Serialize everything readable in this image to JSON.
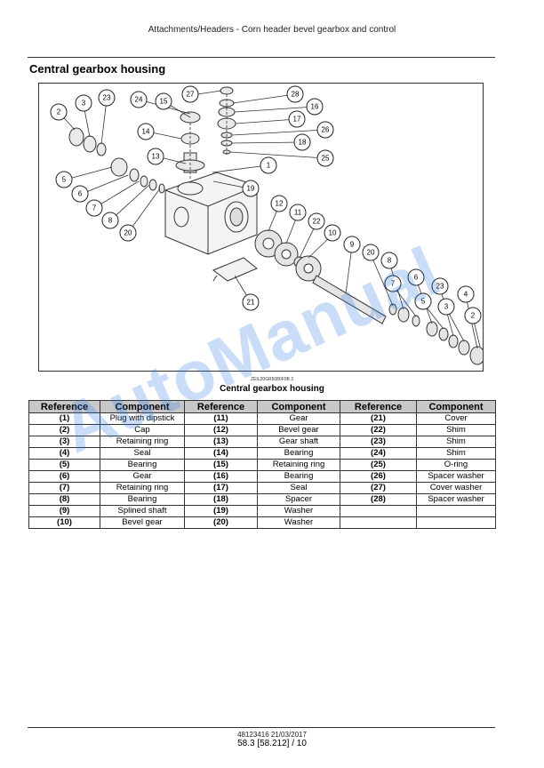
{
  "header": {
    "title": "Attachments/Headers - Corn header bevel gearbox and control"
  },
  "section": {
    "title": "Central gearbox housing"
  },
  "figure": {
    "code": "ZEIL20GR5080F0B     3",
    "caption": "Central gearbox housing",
    "callouts": [
      "2",
      "3",
      "23",
      "24",
      "15",
      "27",
      "28",
      "16",
      "17",
      "26",
      "18",
      "25",
      "14",
      "13",
      "1",
      "19",
      "5",
      "6",
      "7",
      "8",
      "20",
      "12",
      "11",
      "22",
      "10",
      "9",
      "20",
      "8",
      "7",
      "6",
      "5",
      "23",
      "3",
      "4",
      "2",
      "21"
    ]
  },
  "table": {
    "headers": [
      "Reference",
      "Component",
      "Reference",
      "Component",
      "Reference",
      "Component"
    ],
    "rows": [
      [
        "(1)",
        "Plug with dipstick",
        "(11)",
        "Gear",
        "(21)",
        "Cover"
      ],
      [
        "(2)",
        "Cap",
        "(12)",
        "Bevel gear",
        "(22)",
        "Shim"
      ],
      [
        "(3)",
        "Retaining ring",
        "(13)",
        "Gear shaft",
        "(23)",
        "Shim"
      ],
      [
        "(4)",
        "Seal",
        "(14)",
        "Bearing",
        "(24)",
        "Shim"
      ],
      [
        "(5)",
        "Bearing",
        "(15)",
        "Retaining ring",
        "(25)",
        "O-ring"
      ],
      [
        "(6)",
        "Gear",
        "(16)",
        "Bearing",
        "(26)",
        "Spacer washer"
      ],
      [
        "(7)",
        "Retaining ring",
        "(17)",
        "Seal",
        "(27)",
        "Cover washer"
      ],
      [
        "(8)",
        "Bearing",
        "(18)",
        "Spacer",
        "(28)",
        "Spacer washer"
      ],
      [
        "(9)",
        "Splined shaft",
        "(19)",
        "Washer",
        "",
        ""
      ],
      [
        "(10)",
        "Bevel gear",
        "(20)",
        "Washer",
        "",
        ""
      ]
    ]
  },
  "watermark": {
    "text": "AutoManual"
  },
  "footer": {
    "code": "48123416 21/03/2017",
    "page": "58.3 [58.212] / 10"
  }
}
